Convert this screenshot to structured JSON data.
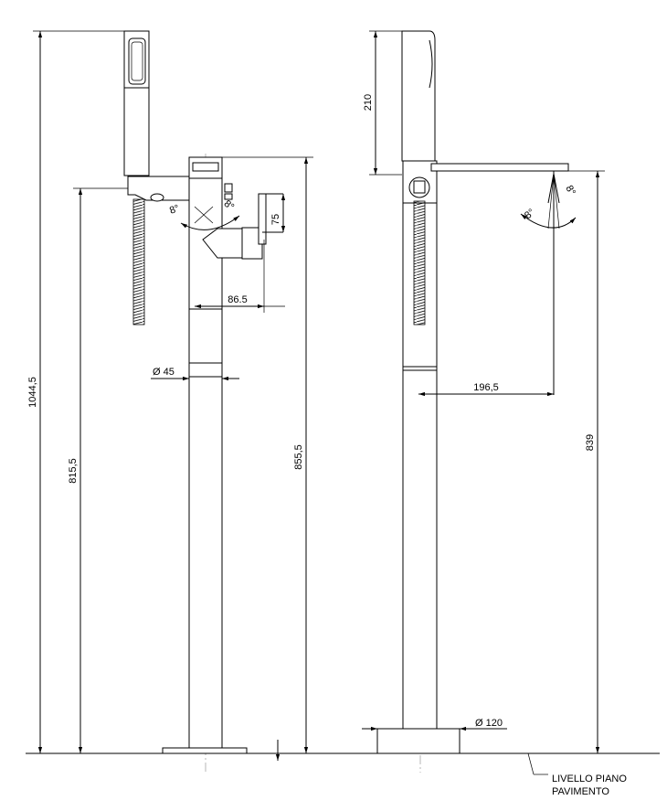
{
  "front_view": {
    "dims": {
      "total_height": "1044,5",
      "shower_arm_height": "815,5",
      "spout_height": "855,5",
      "lever_height": "75",
      "lever_offset": "86.5",
      "column_diameter": "Ø 45"
    },
    "angle_left": "8°",
    "angle_right": "8°"
  },
  "side_view": {
    "dims": {
      "handshower_length": "210",
      "spout_reach": "196,5",
      "spout_height": "839",
      "base_diameter": "Ø 120"
    },
    "angle_left": "8°",
    "angle_right": "8°"
  },
  "floor_label": {
    "line1": "LIVELLO PIANO",
    "line2": "PAVIMENTO"
  }
}
